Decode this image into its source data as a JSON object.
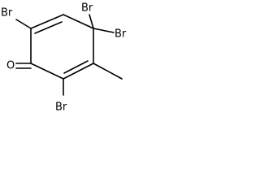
{
  "structure": {
    "atoms": {
      "br_top_left": "Br",
      "br_top_right_a": "Br",
      "br_top_right_b": "Br",
      "br_bottom": "Br",
      "oxygen": "O"
    }
  }
}
